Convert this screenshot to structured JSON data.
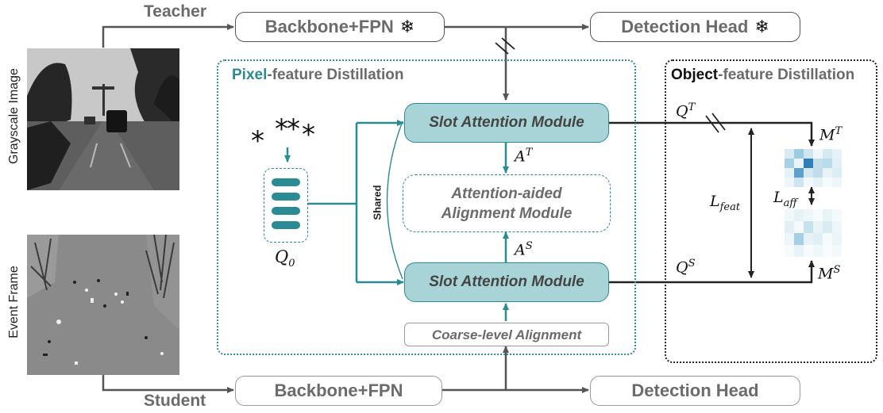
{
  "labels": {
    "teacher": "Teacher",
    "student": "Student",
    "grayscale_image": "Grayscale Image",
    "event_frame": "Event Frame",
    "teacher_backbone": "Backbone+FPN",
    "teacher_head": "Detection Head",
    "student_backbone": "Backbone+FPN",
    "student_head": "Detection Head",
    "frozen_icon": "❄",
    "pixel_title_highlight": "Pixel",
    "pixel_title_rest": "-feature Distillation",
    "object_title_highlight": "Object",
    "object_title_rest": "-feature Distillation",
    "slot_attention_top": "Slot Attention Module",
    "slot_attention_bottom": "Slot Attention Module",
    "attention_aided_line1": "Attention-aided",
    "attention_aided_line2": "Alignment Module",
    "coarse_alignment": "Coarse-level Alignment",
    "shared": "Shared"
  },
  "math": {
    "q0": "Q",
    "q0_sub": "0",
    "at": "A",
    "at_sup": "T",
    "as": "A",
    "as_sup": "S",
    "qt": "Q",
    "qt_sup": "T",
    "qs": "Q",
    "qs_sup": "S",
    "mt": "M",
    "mt_sup": "T",
    "ms": "M",
    "ms_sup": "S",
    "lfeat": "L",
    "lfeat_sub": "feat",
    "laff": "L",
    "laff_sub": "aff"
  },
  "colors": {
    "teal": "#2a8b95",
    "teal_fill": "#a9d4d7",
    "mt_cells": [
      "#d8ebf3",
      "#9ccbe2",
      "#cfe6f0",
      "#f0f7fa",
      "#d4e9f2",
      "#e6f2f7",
      "#a7d2e6",
      "#e9f4f8",
      "#2f7fb8",
      "#c2e0ec",
      "#b8dbe9",
      "#e2f0f6",
      "#e4f1f6",
      "#5f9fcc",
      "#d3e8f1",
      "#bfdeea",
      "#e8f3f7",
      "#dbeef5",
      "#eef6f9",
      "#cde5ef",
      "#f3f9fb",
      "#e6f2f7",
      "#f5fafc",
      "#eef6f9"
    ],
    "ms_cells": [
      "#f1f8fa",
      "#e5f2f6",
      "#eef6f9",
      "#f7fbfc",
      "#e9f4f8",
      "#f4f9fb",
      "#e2f0f5",
      "#f6fafc",
      "#c6e2ed",
      "#eaf4f8",
      "#d9ecf3",
      "#f0f7fa",
      "#eef6f9",
      "#a6cfe4",
      "#e6f2f6",
      "#e0eff5",
      "#f5fafc",
      "#ecf5f8",
      "#f7fbfc",
      "#e8f3f7",
      "#f8fbfd",
      "#f0f7f9",
      "#f9fcfd",
      "#f3f9fb"
    ]
  }
}
